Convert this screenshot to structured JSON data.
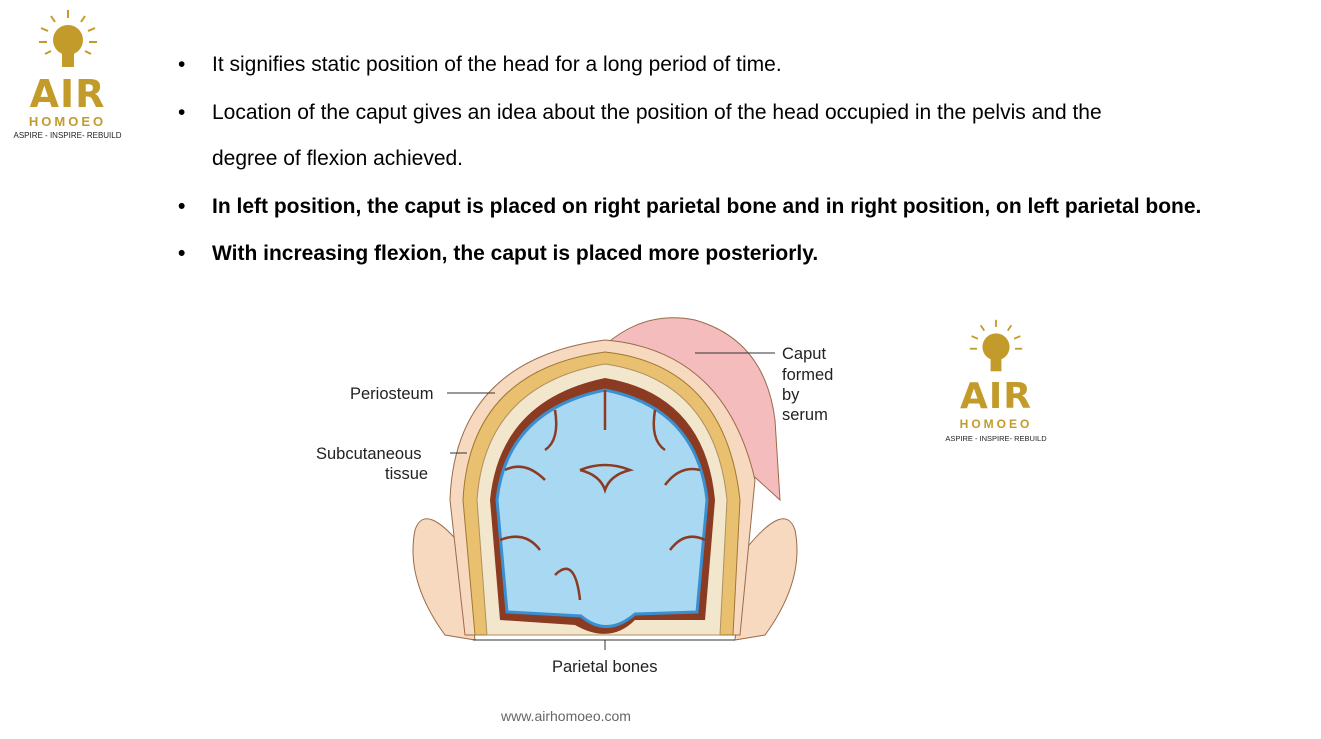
{
  "logo": {
    "name": "AIR",
    "sub": "HOMOEO",
    "tagline": "ASPIRE - INSPIRE- REBUILD"
  },
  "bullets": [
    {
      "text": "It signifies static position of the head for a long period of time.",
      "bold": false
    },
    {
      "text": "Location of the caput gives an idea about the position of the head occupied in the pelvis and the",
      "bold": false
    },
    {
      "text": "degree of flexion achieved.",
      "bold": false,
      "continuation": true
    },
    {
      "text": "In left position, the caput is placed on right parietal bone and in right position, on left parietal bone.",
      "bold": true
    },
    {
      "text": "With increasing flexion, the caput is placed more posteriorly.",
      "bold": true
    }
  ],
  "bullet_symbol": "•",
  "diagram": {
    "labels": {
      "periosteum": "Periosteum",
      "subcutaneous_1": "Subcutaneous",
      "subcutaneous_2": "tissue",
      "caput_1": "Caput",
      "caput_2": "formed",
      "caput_3": "by",
      "caput_4": "serum",
      "parietal": "Parietal bones"
    }
  },
  "footer": "www.airhomoeo.com",
  "colors": {
    "gold": "#c29b2b",
    "brain": "#a8d8f2",
    "caput": "#f4bcbc"
  }
}
